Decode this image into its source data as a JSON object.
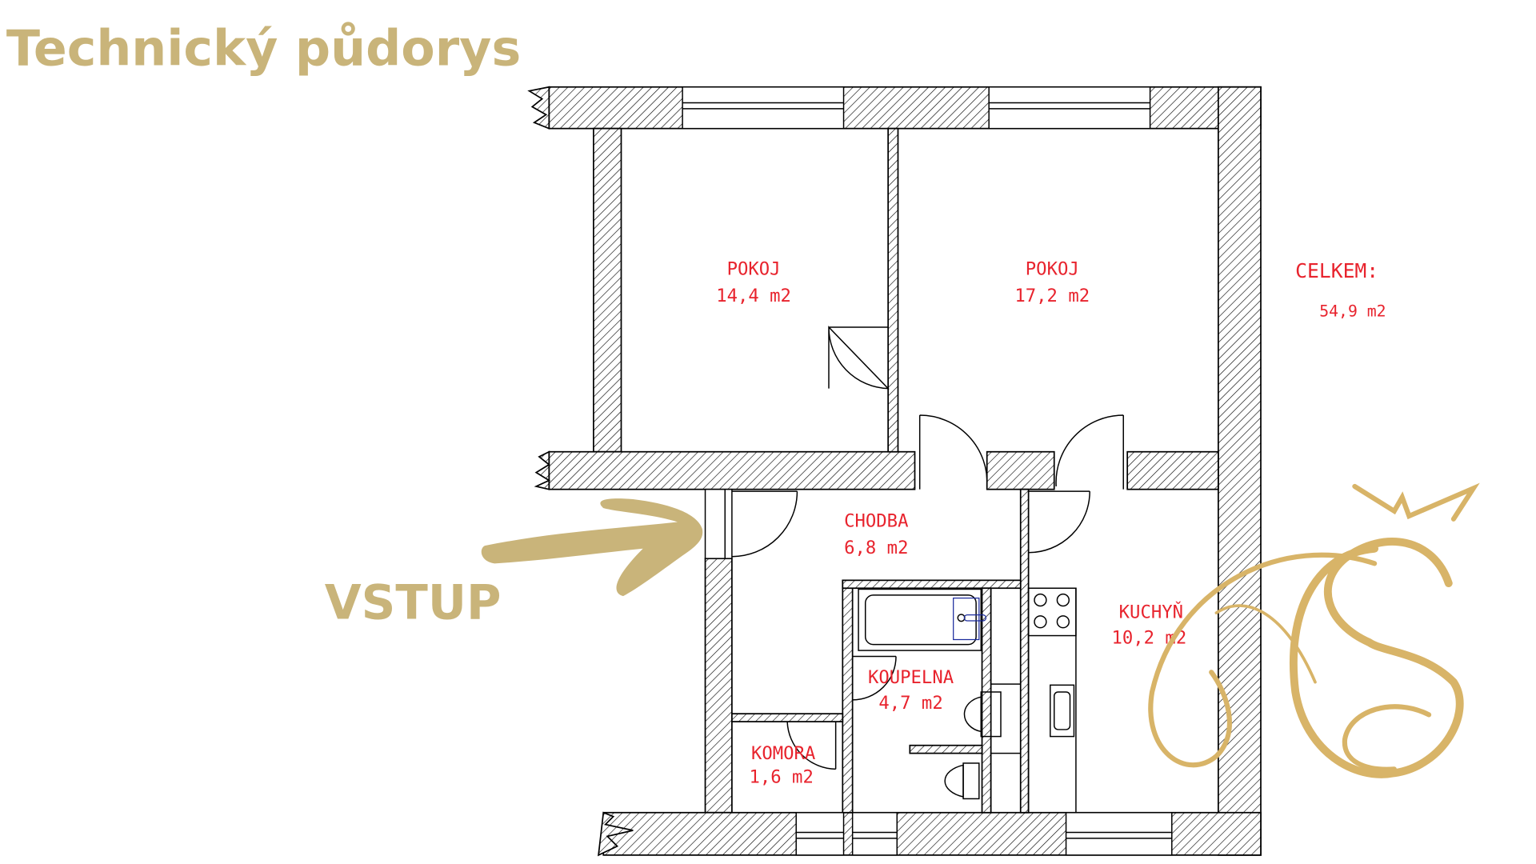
{
  "title": "Technický půdorys",
  "entrance_label": "VSTUP",
  "colors": {
    "gold": "#c9b47a",
    "logo": "#d8b468",
    "room_label": "#e8232d",
    "fixture_blue": "#1a2a9c"
  },
  "rooms": [
    {
      "name": "POKOJ",
      "area": "14,4 m2"
    },
    {
      "name": "POKOJ",
      "area": "17,2 m2"
    },
    {
      "name": "CHODBA",
      "area": "6,8 m2"
    },
    {
      "name": "KUCHYŇ",
      "area": "10,2 m2"
    },
    {
      "name": "KOUPELNA",
      "area": "4,7 m2"
    },
    {
      "name": "KOMORA",
      "area": "1,6 m2"
    }
  ],
  "total": {
    "label": "CELKEM:",
    "area": "54,9 m2"
  }
}
